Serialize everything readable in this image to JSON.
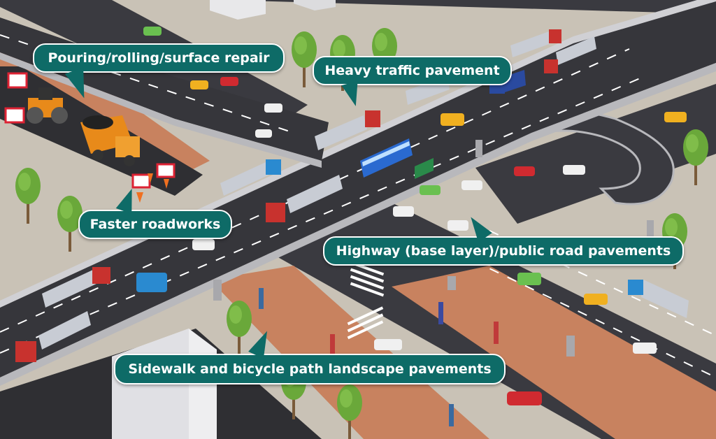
{
  "callouts": {
    "pouring": "Pouring/rolling/surface repair",
    "heavy": "Heavy traffic pavement",
    "faster": "Faster roadworks",
    "highway": "Highway (base layer)/public road pavements",
    "sidewalk": "Sidewalk and bicycle path landscape pavements"
  },
  "colors": {
    "callout_bg": "#0e6b67",
    "callout_text": "#ffffff",
    "asphalt": "#3a3a40",
    "ground": "#c9c2b6",
    "bike_path": "#c8825f",
    "overpass_side": "#b8b8bc",
    "tree": "#6aa83a",
    "truck_cab_red": "#c8322e",
    "sign_green": "#2a8a4a"
  },
  "icons": {
    "truck": "truck-icon",
    "car": "car-icon",
    "bus": "bus-icon",
    "tree": "tree-icon",
    "roller": "road-roller-icon",
    "dump_truck": "dump-truck-icon",
    "barrier": "barrier-icon",
    "cone": "traffic-cone-icon",
    "person": "pedestrian-icon",
    "sign": "road-sign-icon"
  }
}
